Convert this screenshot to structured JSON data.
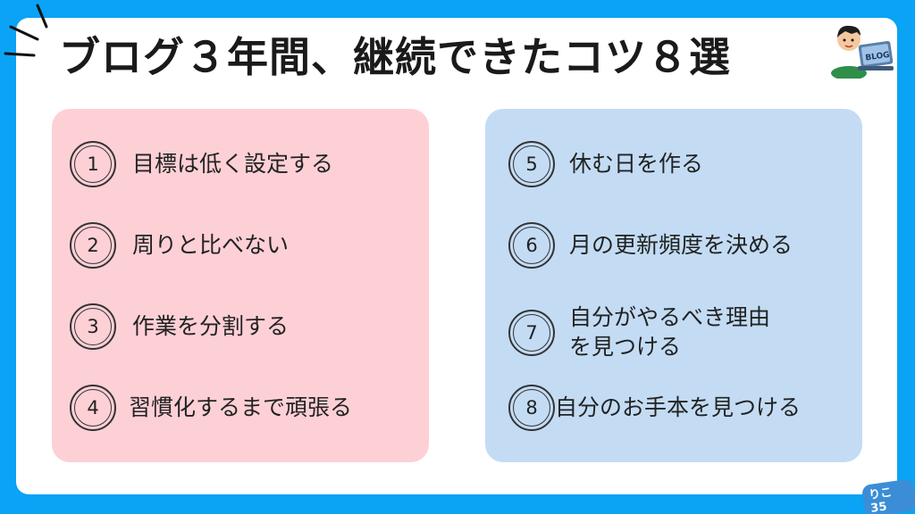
{
  "title": "ブログ３年間、継続できたコツ８選",
  "colors": {
    "background": "#0aa3f5",
    "left_panel": "#fdd0d6",
    "right_panel": "#c3dcf4"
  },
  "left_items": [
    {
      "number": "1",
      "text": "目標は低く設定する"
    },
    {
      "number": "2",
      "text": "周りと比べない"
    },
    {
      "number": "3",
      "text": "作業を分割する"
    },
    {
      "number": "4",
      "text": "習慣化するまで頑張る"
    }
  ],
  "right_items": [
    {
      "number": "5",
      "text": "休む日を作る"
    },
    {
      "number": "6",
      "text": "月の更新頻度を決める"
    },
    {
      "number": "7",
      "text_line1": "自分がやるべき理由",
      "text_line2": "を見つける"
    },
    {
      "number": "8",
      "text": "自分のお手本を見つける"
    }
  ],
  "illustration": {
    "screen_text": "BLOG"
  },
  "brand": "りこ35"
}
